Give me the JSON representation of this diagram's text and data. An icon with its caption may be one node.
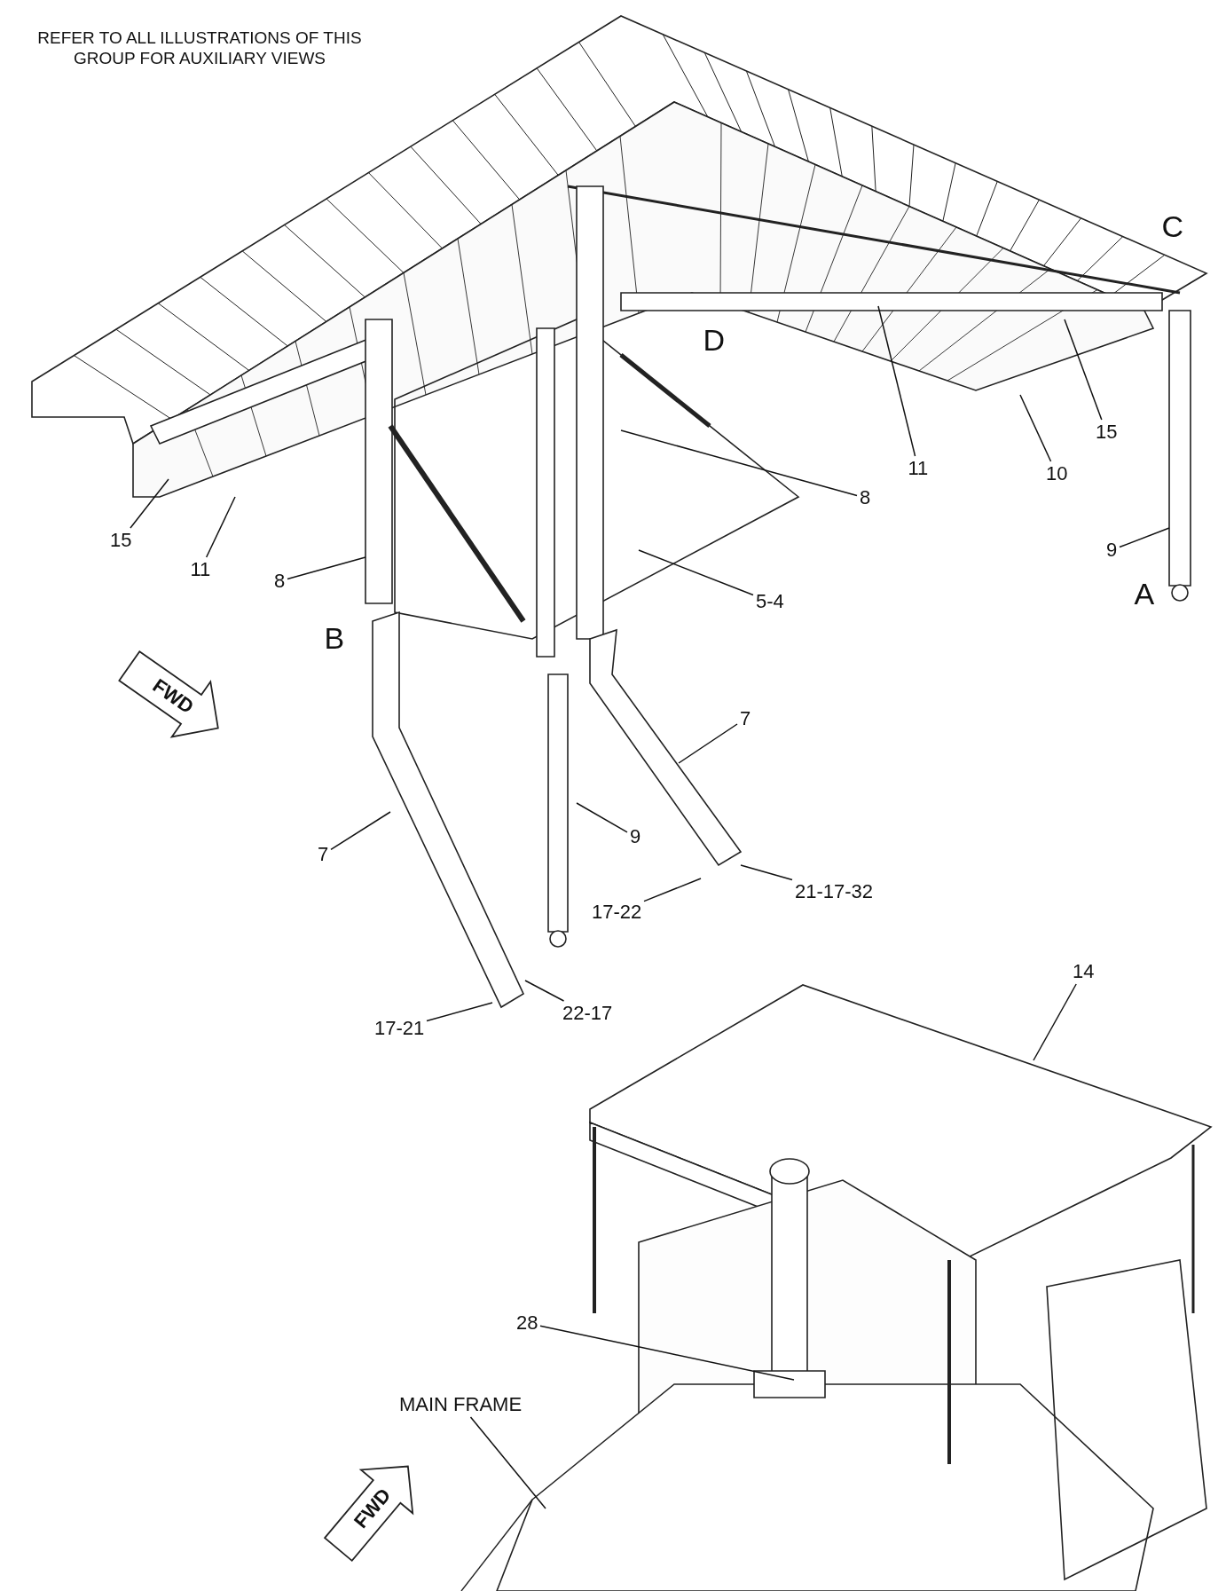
{
  "diagram": {
    "nodes": [
      {
        "text": [
          "15"
        ]
      },
      {
        "text": [
          "11"
        ]
      },
      {
        "text": [
          "10"
        ]
      },
      {
        "text": [
          "8"
        ]
      },
      {
        "text": [
          "15"
        ]
      },
      {
        "text": [
          "9"
        ]
      },
      {
        "text": [
          "11"
        ]
      },
      {
        "text": [
          "8"
        ]
      },
      {
        "text": [
          "5-4"
        ]
      },
      {
        "text": [
          "7"
        ]
      },
      {
        "text": [
          "9"
        ]
      },
      {
        "text": [
          "7"
        ]
      },
      {
        "text": [
          "21-17-32"
        ]
      },
      {
        "text": [
          "17-22"
        ]
      },
      {
        "text": [
          "14"
        ]
      },
      {
        "text": [
          "22-17"
        ]
      },
      {
        "text": [
          "17-21"
        ]
      },
      {
        "text": [
          "28"
        ]
      },
      {
        "text": [
          "MAIN FRAME"
        ]
      }
    ],
    "edges": [
      {
        "from": 0,
        "to": null,
        "arrow": "none"
      },
      {
        "from": 1,
        "to": null,
        "arrow": "none"
      },
      {
        "from": 2,
        "to": null,
        "arrow": "none"
      },
      {
        "from": 3,
        "to": null,
        "arrow": "none"
      },
      {
        "from": 4,
        "to": null,
        "arrow": "none"
      },
      {
        "from": 5,
        "to": null,
        "arrow": "none"
      },
      {
        "from": 6,
        "to": null,
        "arrow": "none"
      },
      {
        "from": 7,
        "to": null,
        "arrow": "none"
      },
      {
        "from": 8,
        "to": null,
        "arrow": "none"
      },
      {
        "from": 9,
        "to": null,
        "arrow": "none"
      },
      {
        "from": 10,
        "to": null,
        "arrow": "none"
      },
      {
        "from": 11,
        "to": null,
        "arrow": "none"
      },
      {
        "from": 12,
        "to": null,
        "arrow": "none"
      },
      {
        "from": 13,
        "to": null,
        "arrow": "none"
      },
      {
        "from": 14,
        "to": null,
        "arrow": "none"
      },
      {
        "from": 15,
        "to": null,
        "arrow": "none"
      },
      {
        "from": 16,
        "to": null,
        "arrow": "none"
      },
      {
        "from": 17,
        "to": null,
        "arrow": "none"
      },
      {
        "from": 18,
        "to": null,
        "arrow": "none"
      }
    ],
    "labels": [
      "REFER TO ALL ILLUSTRATIONS OF THIS GROUP FOR AUXILIARY VIEWS",
      "C",
      "D",
      "A",
      "B",
      "FWD",
      "FWD"
    ]
  }
}
